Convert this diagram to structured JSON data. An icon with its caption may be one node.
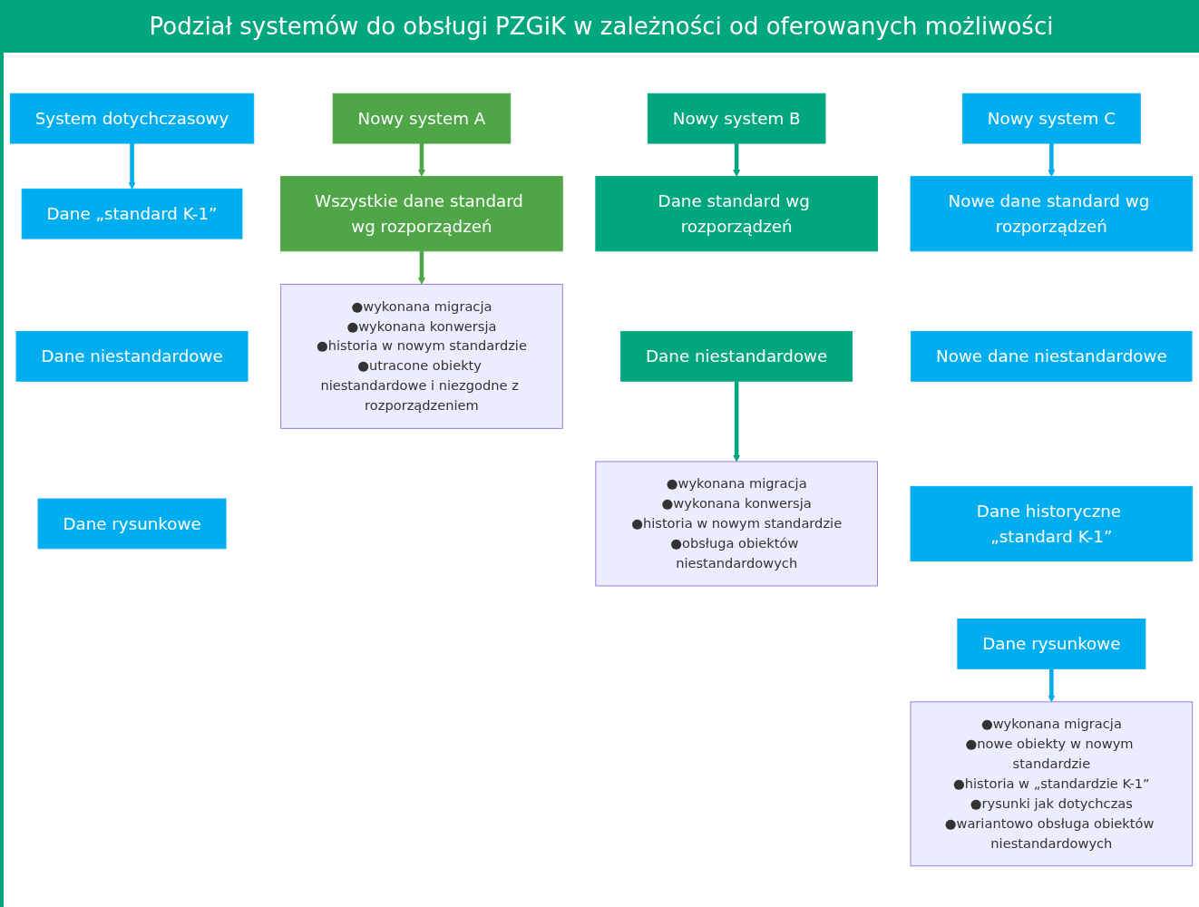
{
  "diagram": {
    "title": "Podział systemów do obsługi PZGiK w zależności od oferowanych możliwości",
    "nodes": [
      {
        "text": [
          "System dotychczasowy"
        ]
      },
      {
        "text": [
          "Dane „standard K-1”"
        ]
      },
      {
        "text": [
          "Dane niestandardowe"
        ]
      },
      {
        "text": [
          "Dane rysunkowe"
        ]
      },
      {
        "text": [
          "Nowy system A"
        ]
      },
      {
        "text": [
          "Wszystkie dane standard wg rozporządzeń"
        ]
      },
      {
        "text": [
          "●wykonana migracja",
          "●wykonana konwersja",
          "●historia w nowym standardzie",
          "●utracone obiekty niestandardowe i niezgodne z rozporządzeniem"
        ]
      },
      {
        "text": [
          "Nowy system B"
        ]
      },
      {
        "text": [
          "Dane standard wg rozporządzeń"
        ]
      },
      {
        "text": [
          "Dane niestandardowe"
        ]
      },
      {
        "text": [
          "●wykonana migracja",
          "●wykonana konwersja",
          "●historia w nowym standardzie",
          "●obsługa obiektów niestandardowych"
        ]
      },
      {
        "text": [
          "Nowy system C"
        ]
      },
      {
        "text": [
          "Nowe dane standard wg rozporządzeń"
        ]
      },
      {
        "text": [
          "Nowe dane niestandardowe"
        ]
      },
      {
        "text": [
          "Dane historyczne „standard K-1”"
        ]
      },
      {
        "text": [
          "Dane rysunkowe"
        ]
      },
      {
        "text": [
          "●wykonana migracja",
          "●nowe obiekty w nowym standardzie",
          "●historia w „standardzie K-1”",
          "●rysunki jak dotychczas",
          "●wariantowo obsługa obiektów niestandardowych"
        ]
      }
    ],
    "edges": [
      {
        "from": 0,
        "to": 1,
        "arrow": "to",
        "color": "#00aeef"
      },
      {
        "from": 4,
        "to": 5,
        "arrow": "to",
        "color": "#4ea646"
      },
      {
        "from": 5,
        "to": 6,
        "arrow": "to",
        "color": "#4ea646"
      },
      {
        "from": 7,
        "to": 8,
        "arrow": "to",
        "color": "#00a67e"
      },
      {
        "from": 9,
        "to": 10,
        "arrow": "to",
        "color": "#00a67e"
      },
      {
        "from": 11,
        "to": 12,
        "arrow": "to",
        "color": "#00aeef"
      },
      {
        "from": 15,
        "to": 16,
        "arrow": "to",
        "color": "#00aeef"
      }
    ]
  }
}
